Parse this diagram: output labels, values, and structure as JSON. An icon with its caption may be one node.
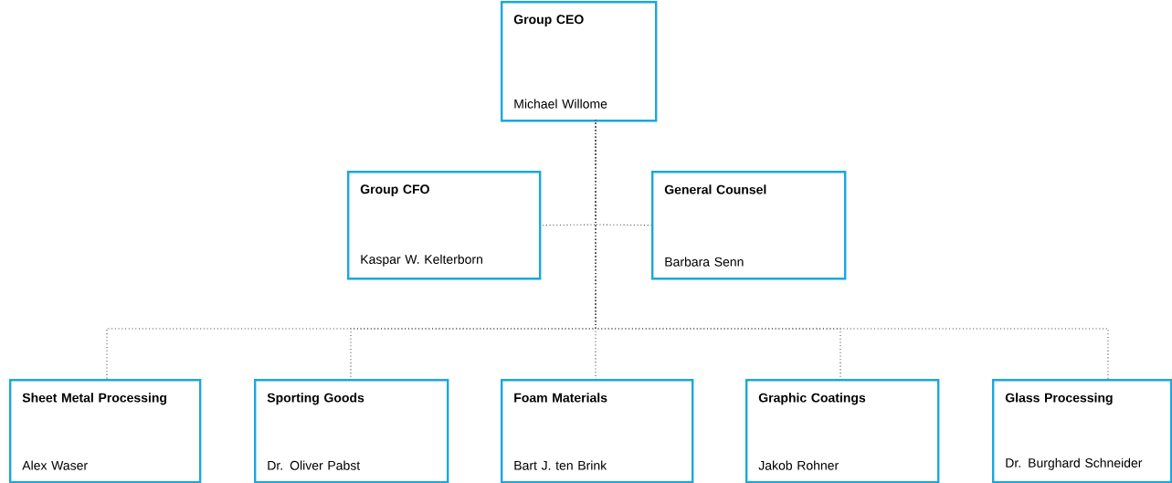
{
  "diagram": {
    "nodes": [
      {
        "text": [
          "Group CEO",
          "Michael Willome"
        ]
      },
      {
        "text": [
          "Group CFO",
          "Kaspar W. Kelterborn"
        ]
      },
      {
        "text": [
          "General Counsel",
          "Barbara Senn"
        ]
      },
      {
        "text": [
          "Sheet Metal Processing",
          "Alex Waser"
        ]
      },
      {
        "text": [
          "Sporting Goods",
          "Dr. Oliver Pabst"
        ]
      },
      {
        "text": [
          "Foam Materials",
          "Bart J. ten Brink"
        ]
      },
      {
        "text": [
          "Graphic Coatings",
          "Jakob Rohner"
        ]
      },
      {
        "text": [
          "Glass Processing",
          "Dr. Burghard Schneider"
        ]
      }
    ],
    "edges": [
      {
        "from": 0,
        "to": 1,
        "arrow": "none"
      },
      {
        "from": 0,
        "to": 2,
        "arrow": "none"
      },
      {
        "from": 0,
        "to": 3,
        "arrow": "none"
      },
      {
        "from": 0,
        "to": 4,
        "arrow": "none"
      },
      {
        "from": 0,
        "to": 5,
        "arrow": "none"
      },
      {
        "from": 0,
        "to": 6,
        "arrow": "none"
      },
      {
        "from": 0,
        "to": 7,
        "arrow": "none"
      }
    ]
  }
}
